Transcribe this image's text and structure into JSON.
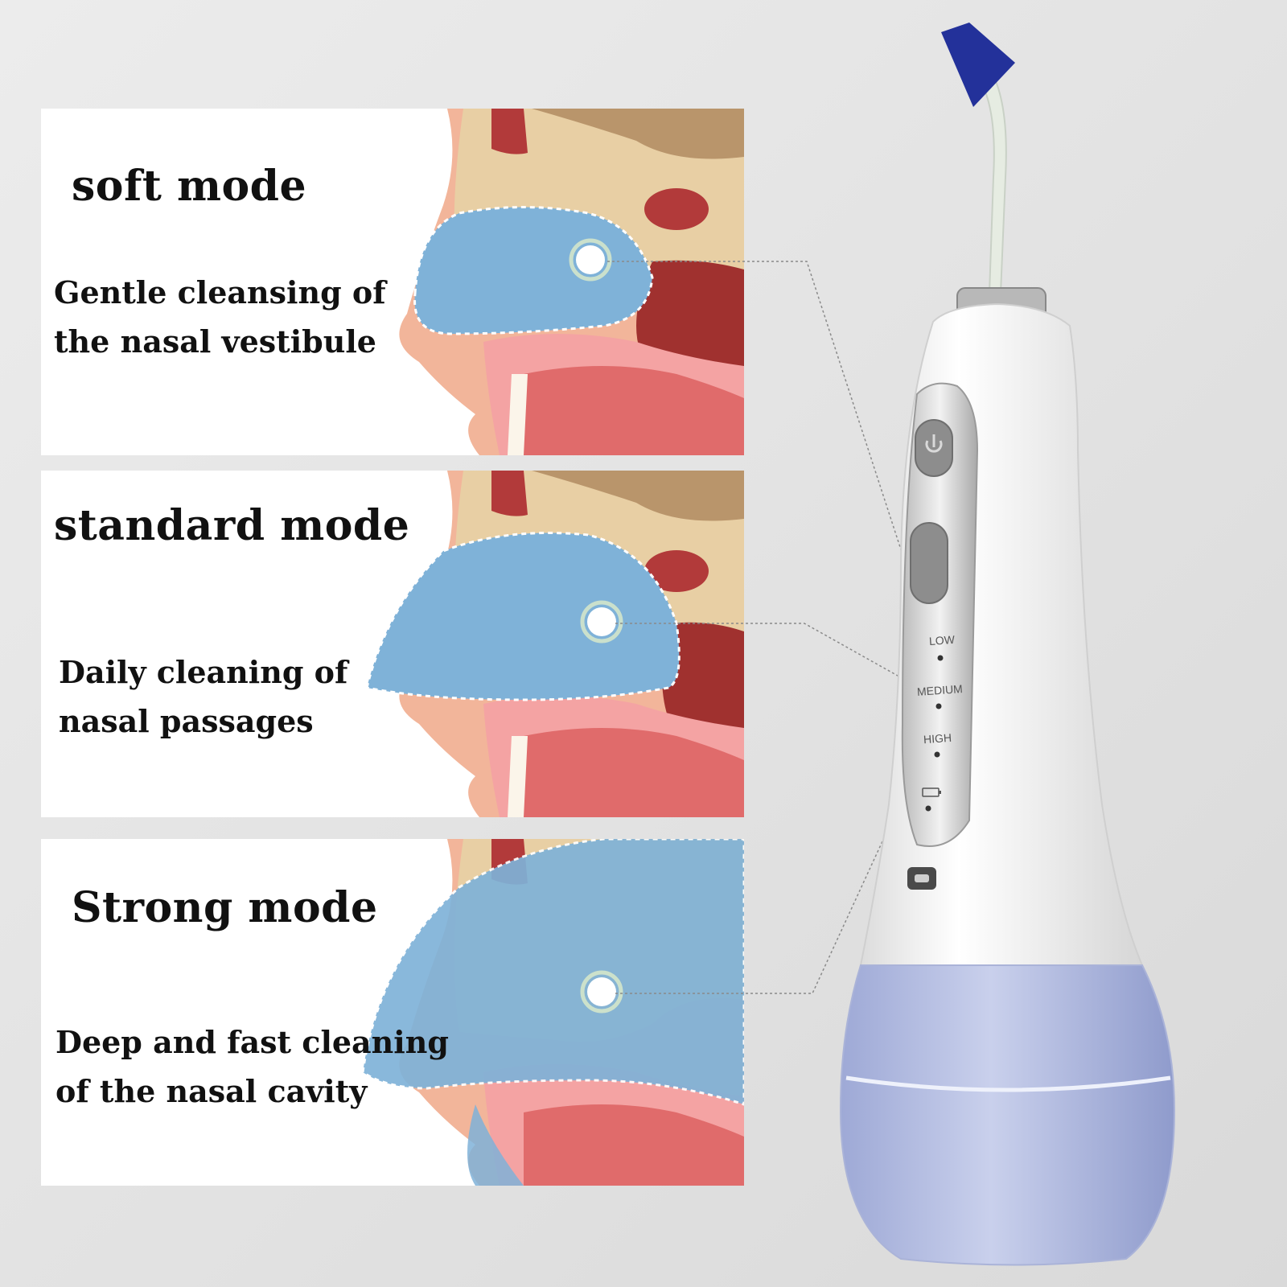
{
  "modes": [
    {
      "title": "soft mode",
      "desc_line1": "Gentle cleansing of",
      "desc_line2": "the nasal vestibule"
    },
    {
      "title": "standard mode",
      "desc_line1": "Daily cleaning of",
      "desc_line2": "nasal passages"
    },
    {
      "title": "Strong mode",
      "desc_line1": "Deep and fast cleaning",
      "desc_line2": "of the nasal cavity"
    }
  ],
  "device": {
    "power_icon": "power-icon",
    "battery_icon": "battery-icon",
    "levels": [
      "LOW",
      "MEDIUM",
      "HIGH"
    ]
  },
  "colors": {
    "water": "#7fb2d8",
    "skin": "#f2b59a",
    "tissue": "#a0312f",
    "bone": "#e8cfa4",
    "nozzle_tip": "#23319a",
    "reservoir": "#aeb8e0"
  }
}
